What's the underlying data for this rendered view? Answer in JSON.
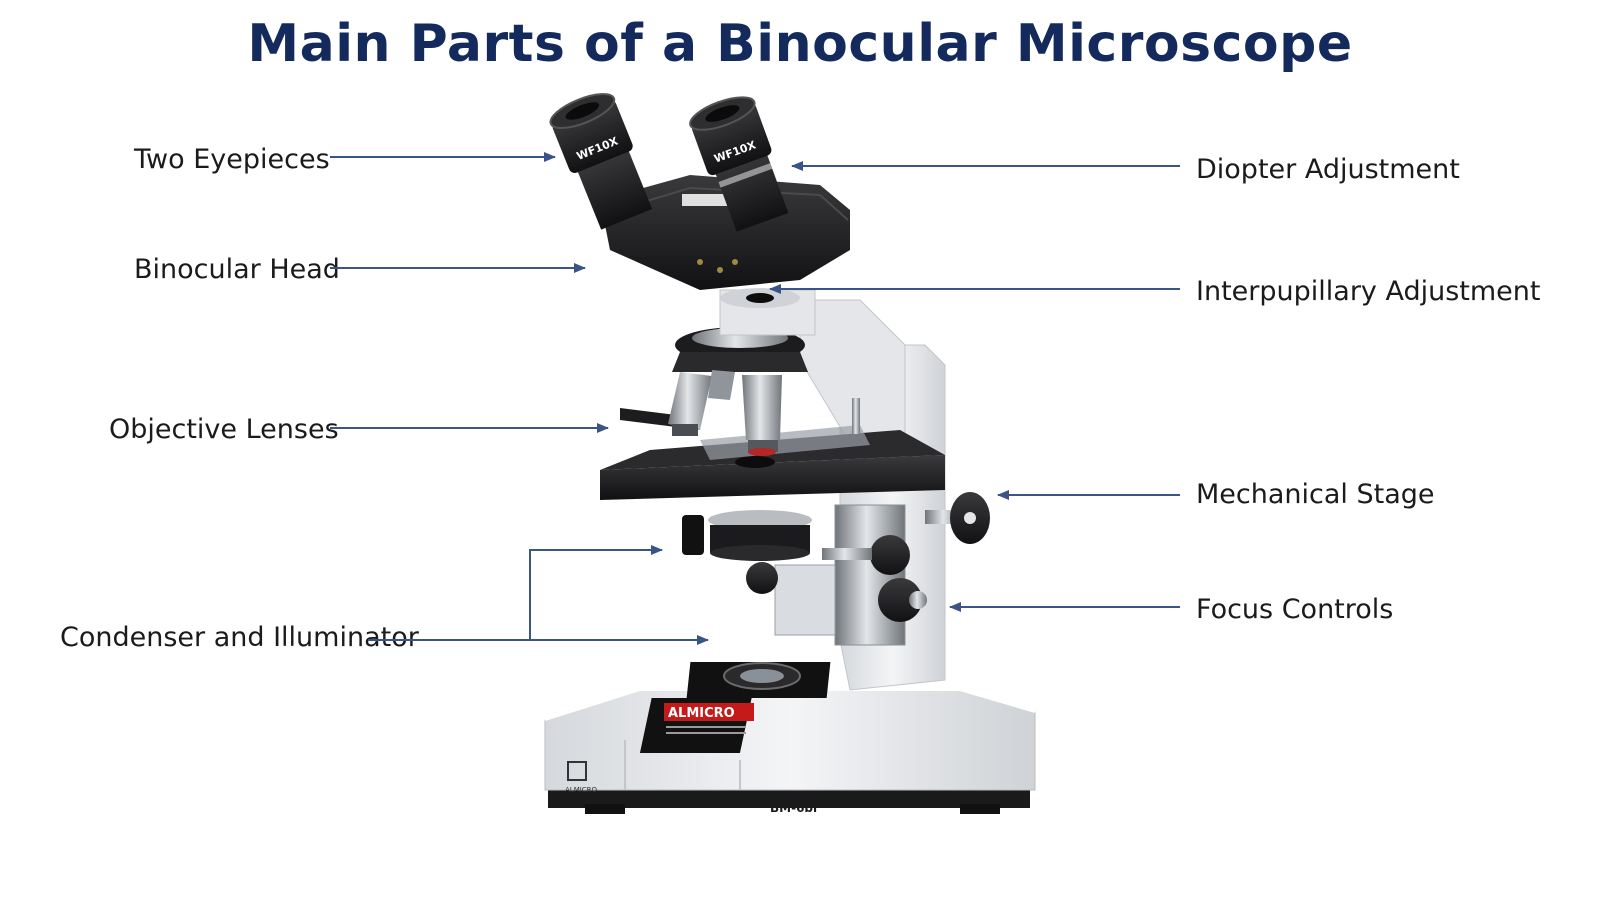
{
  "title": "Main Parts of a Binocular Microscope",
  "labels": {
    "two_eyepieces": "Two Eyepieces",
    "binocular_head": "Binocular Head",
    "objective_lenses": "Objective Lenses",
    "condenser_illuminator": "Condenser and Illuminator",
    "diopter_adjustment": "Diopter Adjustment",
    "interpupillary_adjustment": "Interpupillary Adjustment",
    "mechanical_stage": "Mechanical Stage",
    "focus_controls": "Focus Controls"
  },
  "microscope": {
    "eyepiece_marking": "WF10X",
    "brand": "ALMICRO",
    "model": "BM-6bi",
    "badge_caption": "ALMICRO"
  },
  "colors": {
    "title": "#14295c",
    "arrow": "#3a5488",
    "body_white": "#e9ebee",
    "black_parts": "#1c1c1e",
    "brand_red": "#c41a1a"
  }
}
